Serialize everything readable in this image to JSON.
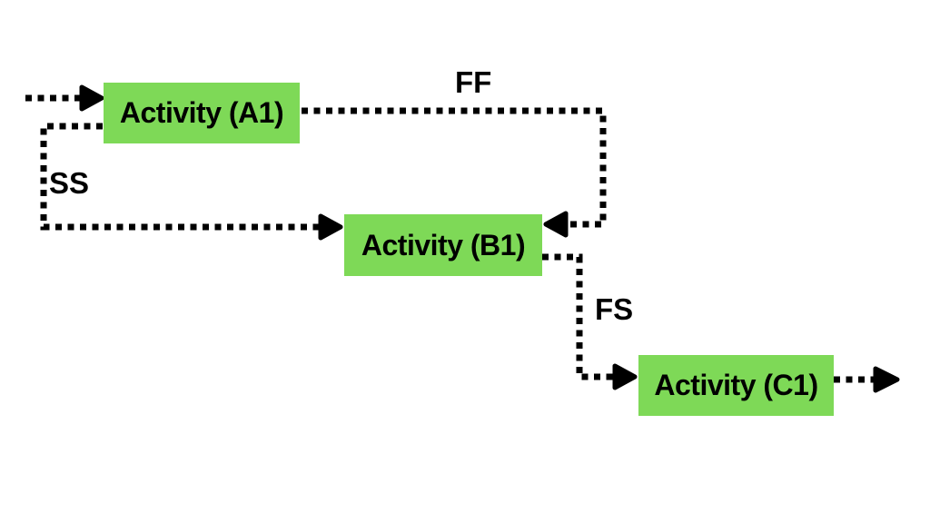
{
  "diagram": {
    "kind": "activity-dependency-diagram",
    "nodes": [
      {
        "id": "A1",
        "label": "Activity (A1)"
      },
      {
        "id": "B1",
        "label": "Activity (B1)"
      },
      {
        "id": "C1",
        "label": "Activity (C1)"
      }
    ],
    "connections": [
      {
        "label": "FF",
        "from": "A1",
        "to": "B1"
      },
      {
        "label": "SS",
        "from": "A1",
        "to": "B1"
      },
      {
        "label": "FS",
        "from": "B1",
        "to": "C1"
      }
    ],
    "colors": {
      "node_fill": "#7ED957",
      "line": "#000000",
      "text": "#000000",
      "background": "#FFFFFF"
    }
  }
}
